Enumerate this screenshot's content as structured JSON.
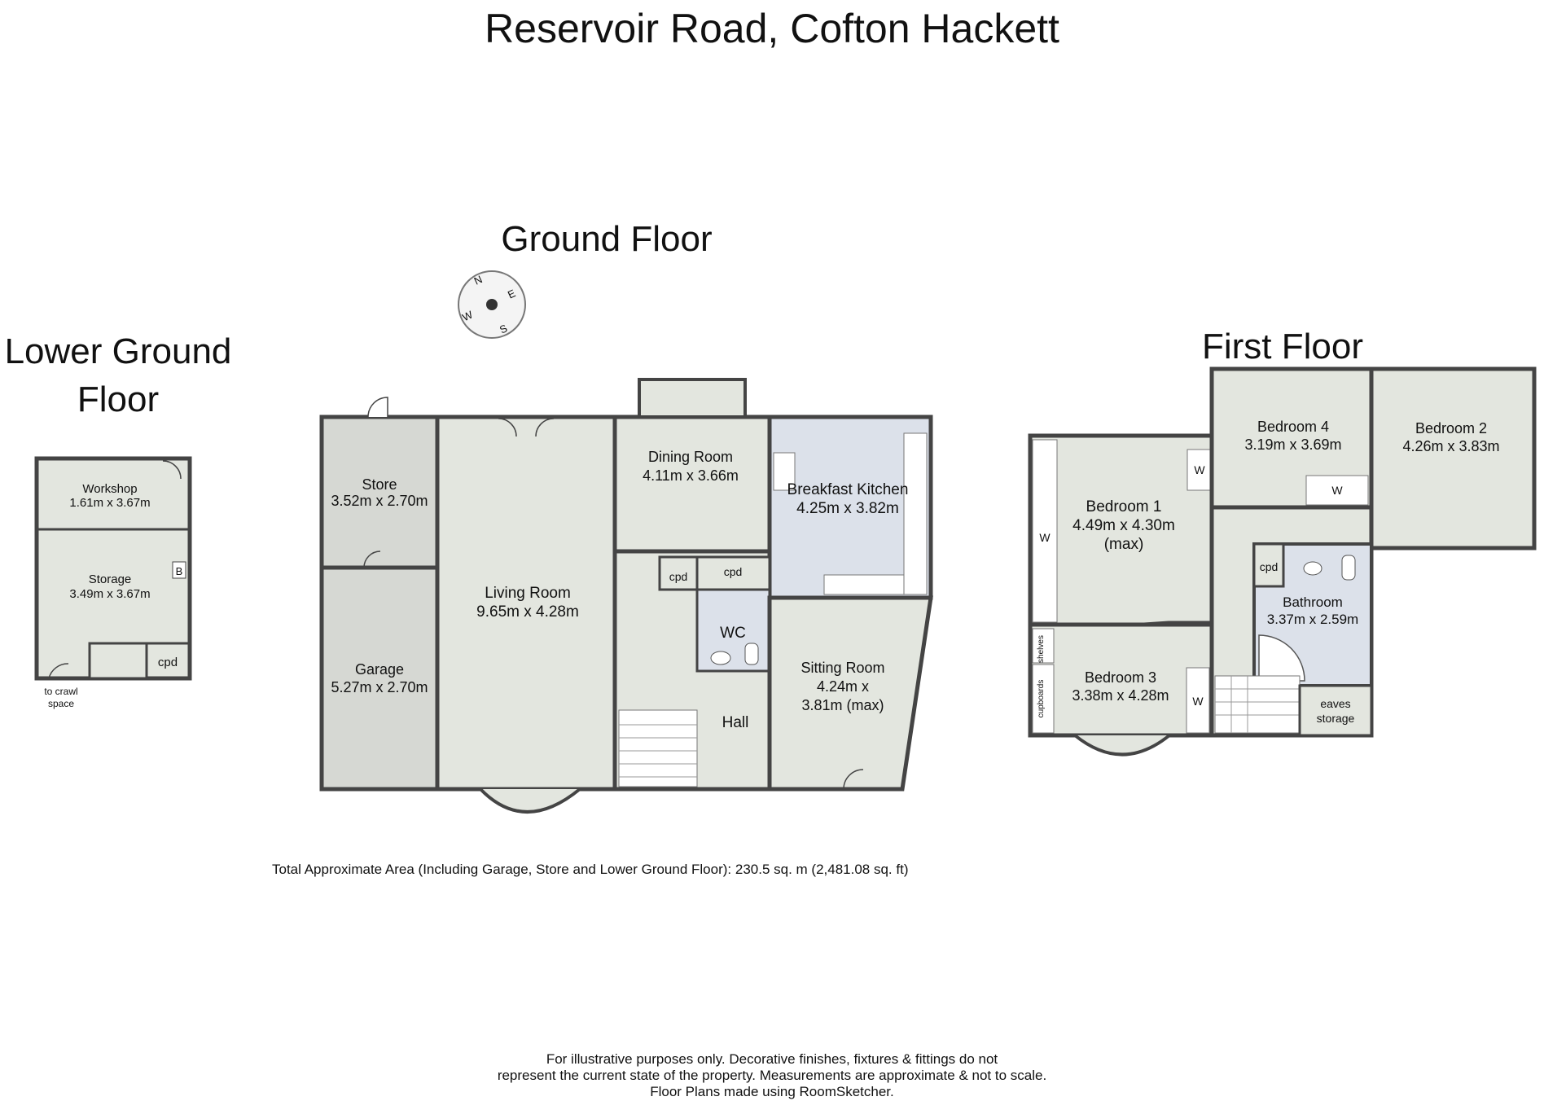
{
  "title": "Reservoir Road, Cofton Hackett",
  "floors": {
    "lower_ground": {
      "label_line1": "Lower Ground",
      "label_line2": "Floor",
      "rooms": [
        {
          "name": "Workshop",
          "dims": "1.61m x 3.67m"
        },
        {
          "name": "Storage",
          "dims": "3.49m x 3.67m"
        }
      ],
      "marks": {
        "boiler": "B",
        "cupboard": "cpd",
        "crawl_line1": "to crawl",
        "crawl_line2": "space"
      }
    },
    "ground": {
      "label": "Ground Floor",
      "rooms": [
        {
          "name": "Store",
          "dims": "3.52m x 2.70m"
        },
        {
          "name": "Garage",
          "dims": "5.27m x 2.70m"
        },
        {
          "name": "Living Room",
          "dims": "9.65m x 4.28m"
        },
        {
          "name": "Dining Room",
          "dims": "4.11m x 3.66m"
        },
        {
          "name": "Breakfast Kitchen",
          "dims": "4.25m x 3.82m"
        },
        {
          "name": "WC",
          "dims": ""
        },
        {
          "name": "Sitting Room",
          "dims": "4.24m x",
          "dims2": "3.81m (max)"
        },
        {
          "name": "Hall",
          "dims": ""
        }
      ],
      "marks": {
        "cpd_left": "cpd",
        "cpd_right": "cpd"
      },
      "compass": {
        "n": "N",
        "e": "E",
        "s": "S",
        "w": "W"
      }
    },
    "first": {
      "label": "First Floor",
      "rooms": [
        {
          "name": "Bedroom 1",
          "dims": "4.49m x 4.30m",
          "dims2": "(max)"
        },
        {
          "name": "Bedroom 2",
          "dims": "4.26m x 3.83m"
        },
        {
          "name": "Bedroom 3",
          "dims": "3.38m x 4.28m"
        },
        {
          "name": "Bedroom 4",
          "dims": "3.19m x 3.69m"
        },
        {
          "name": "Bathroom",
          "dims": "3.37m x 2.59m"
        }
      ],
      "marks": {
        "wardrobe": "W",
        "cupboard": "cpd",
        "shelves": "shelves",
        "cupboards": "cupboards",
        "eaves_line1": "eaves",
        "eaves_line2": "storage"
      }
    }
  },
  "total_area": "Total Approximate Area (Including Garage, Store and Lower Ground Floor): 230.5 sq. m (2,481.08 sq. ft)",
  "disclaimer": {
    "line1": "For illustrative purposes only. Decorative finishes, fixtures & fittings do not",
    "line2": "represent the current state of the property. Measurements are approximate & not to scale.",
    "line3": "Floor Plans made using RoomSketcher."
  },
  "colors": {
    "room_fill": "#e3e6df",
    "garage_fill": "#d6d8d3",
    "wet_fill": "#dce1ea",
    "wall": "#444444"
  }
}
